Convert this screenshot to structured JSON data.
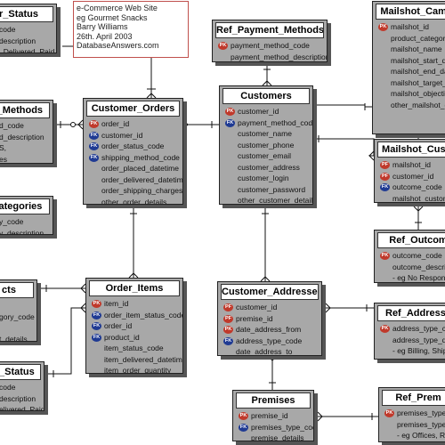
{
  "note": {
    "lines": [
      "e-Commerce Web Site",
      "eg Gourmet Snacks",
      "Barry Williams",
      "26th. April 2003",
      "DatabaseAnswers.com"
    ]
  },
  "entities": [
    {
      "id": "order_status",
      "title": "r_Status",
      "rows": [
        {
          "key": "",
          "text": "code"
        },
        {
          "key": "",
          "text": "description"
        },
        {
          "key": "",
          "text": ", Delivered, Paid"
        }
      ]
    },
    {
      "id": "ref_payment_methods",
      "title": "Ref_Payment_Methods",
      "rows": [
        {
          "key": "PK",
          "text": "payment_method_code"
        },
        {
          "key": "",
          "text": "payment_method_description"
        }
      ]
    },
    {
      "id": "mailshot_campaigns",
      "title": "Mailshot_Camp",
      "rows": [
        {
          "key": "PK",
          "text": "mailshot_id"
        },
        {
          "key": "",
          "text": "product_category_"
        },
        {
          "key": "",
          "text": "mailshot_name"
        },
        {
          "key": "",
          "text": "mailshot_start_dat"
        },
        {
          "key": "",
          "text": "mailshot_end_date"
        },
        {
          "key": "",
          "text": "mailshot_target_po"
        },
        {
          "key": "",
          "text": "mailshot_objective"
        },
        {
          "key": "",
          "text": "other_mailshot_de"
        }
      ]
    },
    {
      "id": "shipping_methods",
      "title": "g_Methods",
      "rows": [
        {
          "key": "",
          "text": "d_code"
        },
        {
          "key": "",
          "text": "d_description"
        },
        {
          "key": "",
          "text": "S,"
        },
        {
          "key": "",
          "text": "es"
        }
      ]
    },
    {
      "id": "customer_orders",
      "title": "Customer_Orders",
      "rows": [
        {
          "key": "PK",
          "text": "order_id"
        },
        {
          "key": "FK",
          "text": "customer_id"
        },
        {
          "key": "FK",
          "text": "order_status_code"
        },
        {
          "key": "FK",
          "text": "shipping_method_code"
        },
        {
          "key": "",
          "text": "order_placed_datetime"
        },
        {
          "key": "",
          "text": "order_delivered_datetime"
        },
        {
          "key": "",
          "text": "order_shipping_charges"
        },
        {
          "key": "",
          "text": "other_order_details"
        }
      ]
    },
    {
      "id": "customers",
      "title": "Customers",
      "rows": [
        {
          "key": "PK",
          "text": "customer_id"
        },
        {
          "key": "FK",
          "text": "payment_method_code"
        },
        {
          "key": "",
          "text": "customer_name"
        },
        {
          "key": "",
          "text": "customer_phone"
        },
        {
          "key": "",
          "text": "customer_email"
        },
        {
          "key": "",
          "text": "customer_address"
        },
        {
          "key": "",
          "text": "customer_login"
        },
        {
          "key": "",
          "text": "customer_password"
        },
        {
          "key": "",
          "text": "other_customer_details"
        }
      ]
    },
    {
      "id": "mailshot_customers",
      "title": "Mailshot_Custo",
      "rows": [
        {
          "key": "PF",
          "text": "mailshot_id"
        },
        {
          "key": "PF",
          "text": "customer_id"
        },
        {
          "key": "FK",
          "text": "outcome_code"
        },
        {
          "key": "",
          "text": "mailshot_customer"
        }
      ]
    },
    {
      "id": "product_categories",
      "title": "Categories",
      "rows": [
        {
          "key": "",
          "text": "y_code"
        },
        {
          "key": "",
          "text": "y_description"
        }
      ]
    },
    {
      "id": "ref_outcome_codes",
      "title": "Ref_Outcom",
      "rows": [
        {
          "key": "PK",
          "text": "outcome_code"
        },
        {
          "key": "",
          "text": "outcome_descript"
        },
        {
          "key": "",
          "text": "- eg No Respons"
        }
      ]
    },
    {
      "id": "products",
      "title": "cts",
      "rows": [
        {
          "key": "",
          "text": ""
        },
        {
          "key": "",
          "text": "gory_code"
        },
        {
          "key": "",
          "text": ""
        },
        {
          "key": "",
          "text": "t_details"
        }
      ]
    },
    {
      "id": "order_items",
      "title": "Order_Items",
      "rows": [
        {
          "key": "PK",
          "text": "item_id"
        },
        {
          "key": "FK",
          "text": "order_item_status_code"
        },
        {
          "key": "FK",
          "text": "order_id"
        },
        {
          "key": "FK",
          "text": "product_id"
        },
        {
          "key": "",
          "text": "item_status_code"
        },
        {
          "key": "",
          "text": "item_delivered_datetime"
        },
        {
          "key": "",
          "text": "item_order_quantity"
        }
      ]
    },
    {
      "id": "customer_addresses",
      "title": "Customer_Addresses",
      "rows": [
        {
          "key": "PF",
          "text": "customer_id"
        },
        {
          "key": "PF",
          "text": "premise_id"
        },
        {
          "key": "PK",
          "text": "date_address_from"
        },
        {
          "key": "FK",
          "text": "address_type_code"
        },
        {
          "key": "",
          "text": "date_address_to"
        }
      ]
    },
    {
      "id": "ref_address_types",
      "title": "Ref_Address_",
      "rows": [
        {
          "key": "PK",
          "text": "address_type_cod"
        },
        {
          "key": "",
          "text": "address_type_de"
        },
        {
          "key": "",
          "text": "- eg Billing, Shipp"
        }
      ]
    },
    {
      "id": "order_item_status",
      "title": "m_Status",
      "rows": [
        {
          "key": "",
          "text": "code"
        },
        {
          "key": "",
          "text": "description"
        },
        {
          "key": "",
          "text": "elivered, Paid"
        }
      ]
    },
    {
      "id": "premises",
      "title": "Premises",
      "rows": [
        {
          "key": "PK",
          "text": "premise_id"
        },
        {
          "key": "FK",
          "text": "premises_type_code"
        },
        {
          "key": "",
          "text": "premise_details"
        }
      ]
    },
    {
      "id": "ref_premises_types",
      "title": "Ref_Prem",
      "rows": [
        {
          "key": "PK",
          "text": "premises_type_c"
        },
        {
          "key": "",
          "text": "premises_type_d"
        },
        {
          "key": "",
          "text": "- eg Offices, Res"
        }
      ]
    }
  ]
}
